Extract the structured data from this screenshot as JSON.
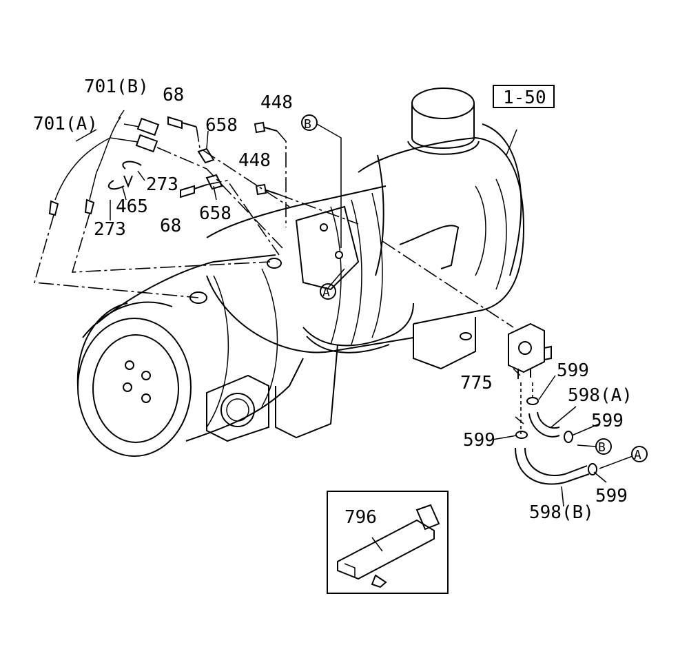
{
  "callouts": {
    "ref_box": "1-50",
    "p701b": "701(B)",
    "p701a": "701(A)",
    "p68_top": "68",
    "p68_bottom": "68",
    "p658_top": "658",
    "p658_bottom": "658",
    "p273_right": "273",
    "p273_left": "273",
    "p465": "465",
    "p448_top": "448",
    "p448_mid": "448",
    "circle_b_top": "B",
    "circle_a_mid": "A",
    "p775": "775",
    "p599_1": "599",
    "p599_2": "599",
    "p599_3": "599",
    "p599_4": "599",
    "p598a": "598(A)",
    "p598b": "598(B)",
    "circle_b_right": "B",
    "circle_a_right": "A",
    "p796": "796"
  }
}
